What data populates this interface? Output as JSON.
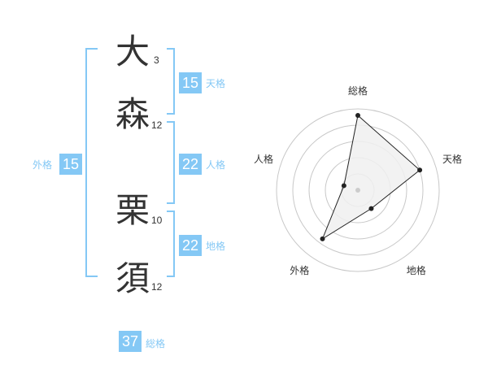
{
  "name": {
    "characters": [
      {
        "char": "大",
        "strokes": "3"
      },
      {
        "char": "森",
        "strokes": "12"
      },
      {
        "char": "栗",
        "strokes": "10"
      },
      {
        "char": "須",
        "strokes": "12"
      }
    ]
  },
  "fortunes": {
    "tenkaku": {
      "value": "15",
      "label": "天格"
    },
    "jinkaku": {
      "value": "22",
      "label": "人格"
    },
    "chikaku": {
      "value": "22",
      "label": "地格"
    },
    "gaikaku": {
      "value": "15",
      "label": "外格"
    },
    "soukaku": {
      "value": "37",
      "label": "総格"
    }
  },
  "chart_data": {
    "type": "radar",
    "axes": [
      "総格",
      "天格",
      "地格",
      "外格",
      "人格"
    ],
    "values": [
      4.6,
      4.0,
      1.4,
      3.7,
      0.9
    ],
    "max": 5,
    "rings": 5,
    "colors": {
      "fill": "#f0f0f0",
      "line": "#222222",
      "grid": "#c8c8c8",
      "center": "#cccccc"
    }
  },
  "colors": {
    "accent": "#84c8f5",
    "text": "#333333"
  }
}
